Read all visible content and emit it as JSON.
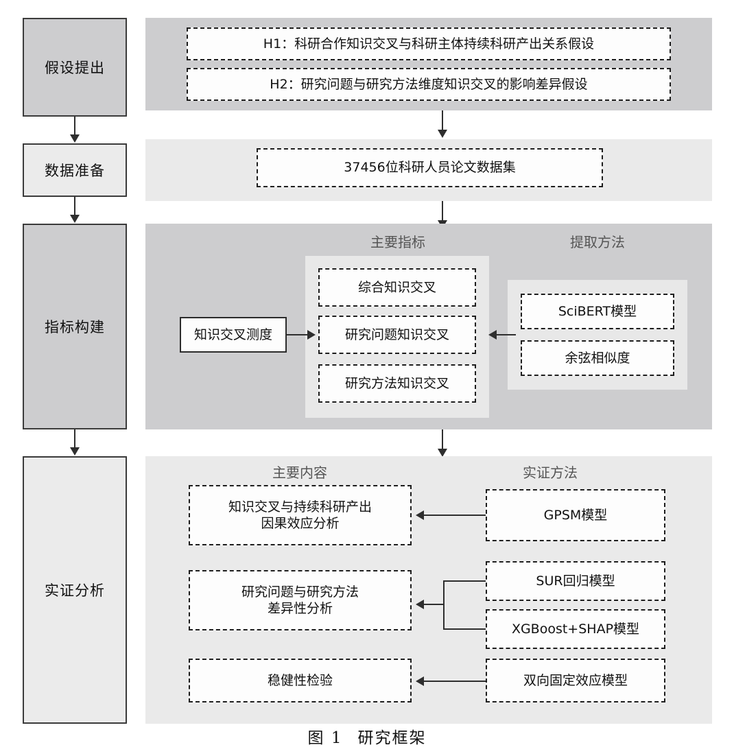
{
  "figure": {
    "caption_number": "图 1",
    "caption_title": "研究框架"
  },
  "stages": [
    {
      "label": "假设提出"
    },
    {
      "label": "数据准备"
    },
    {
      "label": "指标构建"
    },
    {
      "label": "实证分析"
    }
  ],
  "row_hypothesis": {
    "items": [
      {
        "label": "H1：科研合作知识交叉与科研主体持续科研产出关系假设"
      },
      {
        "label": "H2：研究问题与研究方法维度知识交叉的影响差异假设"
      }
    ]
  },
  "row_data": {
    "dataset": {
      "label": "37456位科研人员论文数据集"
    }
  },
  "row_indicator": {
    "source_node": {
      "label": "知识交叉测度"
    },
    "group_main": {
      "caption": "主要指标",
      "items": [
        {
          "label": "综合知识交叉"
        },
        {
          "label": "研究问题知识交叉"
        },
        {
          "label": "研究方法知识交叉"
        }
      ]
    },
    "group_method": {
      "caption": "提取方法",
      "items": [
        {
          "label": "SciBERT模型"
        },
        {
          "label": "余弦相似度"
        }
      ]
    }
  },
  "row_empirical": {
    "caption_content": "主要内容",
    "caption_method": "实证方法",
    "content_items": [
      {
        "label": "知识交叉与持续科研产出\n因果效应分析",
        "line1": "知识交叉与持续科研产出",
        "line2": "因果效应分析"
      },
      {
        "label": "研究问题与研究方法\n差异性分析",
        "line1": "研究问题与研究方法",
        "line2": "差异性分析"
      },
      {
        "label": "稳健性检验",
        "line1": "稳健性检验",
        "line2": ""
      }
    ],
    "method_items": [
      {
        "label": "GPSM模型"
      },
      {
        "label": "SUR回归模型"
      },
      {
        "label": "XGBoost+SHAP模型"
      },
      {
        "label": "双向固定效应模型"
      }
    ]
  },
  "colors": {
    "band_dark": "#cdcdcf",
    "band_light": "#eaeaea",
    "group_panel": "#e8e8e8",
    "node_fill": "#fdfdfd",
    "stroke": "#2e2e2e",
    "caption_gray": "#555555"
  }
}
